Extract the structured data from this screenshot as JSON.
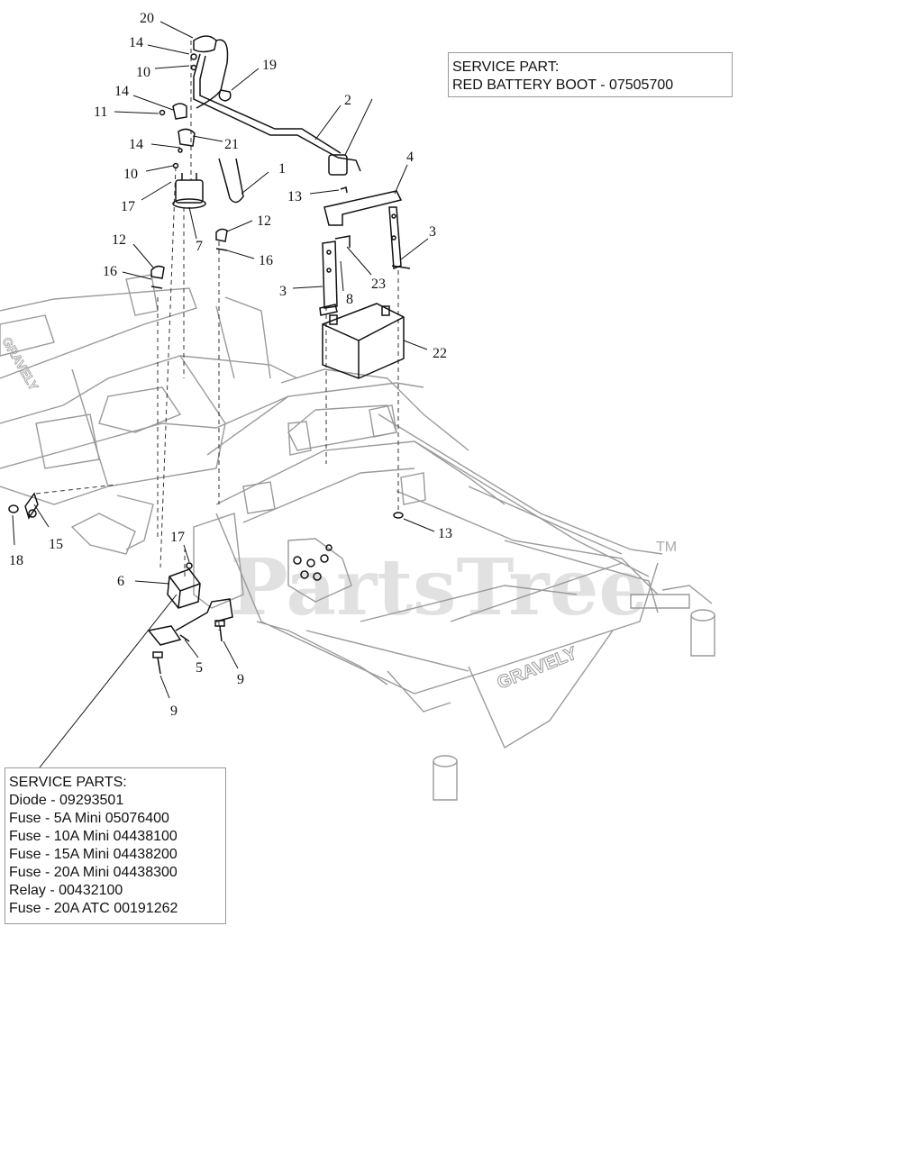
{
  "callouts": [
    "20",
    "14",
    "10",
    "19",
    "14",
    "11",
    "2",
    "14",
    "21",
    "10",
    "1",
    "17",
    "13",
    "4",
    "7",
    "12",
    "12",
    "3",
    "16",
    "16",
    "23",
    "3",
    "8",
    "22",
    "18",
    "15",
    "13",
    "17",
    "6",
    "5",
    "9",
    "9"
  ],
  "service_part_top": {
    "heading": "SERVICE PART:",
    "line": "RED BATTERY BOOT - 07505700"
  },
  "service_parts_bottom": {
    "heading": "SERVICE PARTS:",
    "lines": [
      "Diode - 09293501",
      "Fuse - 5A Mini 05076400",
      "Fuse - 10A Mini 04438100",
      "Fuse - 15A Mini 04438200",
      "Fuse - 20A Mini 04438300",
      "Relay - 00432100",
      "Fuse - 20A ATC 00191262"
    ]
  },
  "watermark": "PartsTree",
  "trademark": "TM",
  "frame_badges": [
    "GRAVELY",
    "GRAVELY"
  ]
}
